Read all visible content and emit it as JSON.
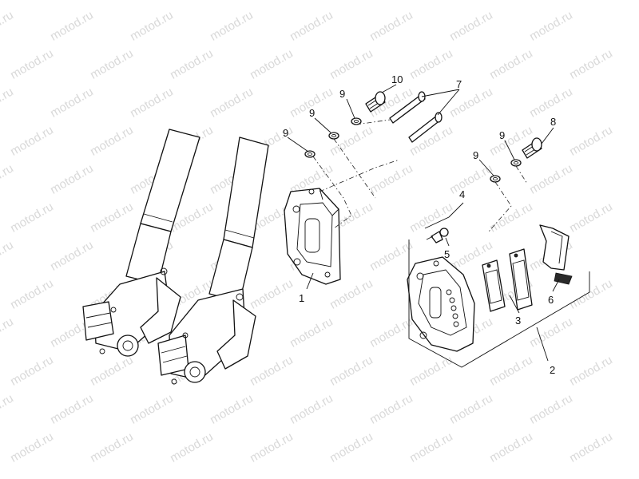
{
  "watermark": "motod.ru",
  "callouts": {
    "p1": "1",
    "p2": "2",
    "p3": "3",
    "p4": "4",
    "p5": "5",
    "p6": "6",
    "p7": "7",
    "p8": "8",
    "p9": "9",
    "p10": "10"
  }
}
